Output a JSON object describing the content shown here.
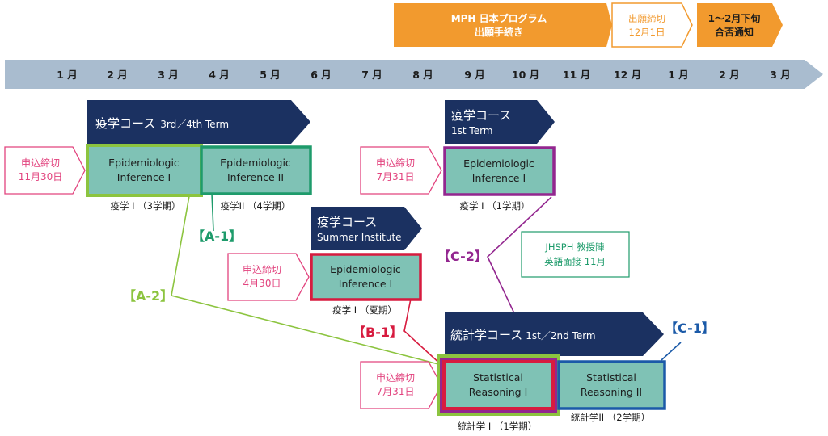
{
  "colors": {
    "orange": "#f29a2e",
    "timeline": "#a9bccf",
    "navy": "#1b3161",
    "teal": "#7fc2b5",
    "pink": "#e2437e",
    "lime": "#8cc43f",
    "green": "#1e9b6b",
    "crimson": "#d71b3f",
    "purple": "#93268f",
    "blue": "#1b5aa8"
  },
  "top_arrows": {
    "mph": [
      "MPH 日本プログラム",
      "出願手続き"
    ],
    "deadline": [
      "出願締切",
      "12月1日"
    ],
    "notice": [
      "1～2月下旬",
      "合否通知"
    ]
  },
  "months": [
    "1 月",
    "2 月",
    "3 月",
    "4 月",
    "5 月",
    "6 月",
    "7 月",
    "8 月",
    "9 月",
    "10 月",
    "11 月",
    "12 月",
    "1 月",
    "2 月",
    "3 月"
  ],
  "courses": {
    "epi_34": {
      "title": "疫学コース",
      "sub": "3rd／4th Term"
    },
    "epi_1": {
      "title": "疫学コース",
      "sub": "1st Term"
    },
    "epi_summer": {
      "title": "疫学コース",
      "sub": "Summer Institute"
    },
    "stat": {
      "title": "統計学コース",
      "sub": "1st／2nd Term"
    }
  },
  "deadlines": {
    "d1": [
      "申込締切",
      "11月30日"
    ],
    "d2": [
      "申込締切",
      "7月31日"
    ],
    "d3": [
      "申込締切",
      "4月30日"
    ],
    "d4": [
      "申込締切",
      "7月31日"
    ]
  },
  "modules": {
    "epi1_34": [
      "Epidemiologic",
      "Inference I"
    ],
    "epi2_34": [
      "Epidemiologic",
      "Inference II"
    ],
    "epi1_1st": [
      "Epidemiologic",
      "Inference I"
    ],
    "epi1_summer": [
      "Epidemiologic",
      "Inference I"
    ],
    "stat1": [
      "Statistical",
      "Reasoning I"
    ],
    "stat2": [
      "Statistical",
      "Reasoning II"
    ]
  },
  "captions": {
    "epi1_34": "疫学 I （3学期）",
    "epi2_34": "疫学II （4学期）",
    "epi1_1st": "疫学 I （1学期）",
    "epi1_summer": "疫学 I （夏期）",
    "stat1": "統計学 I （1学期）",
    "stat2": "統計学II （2学期）"
  },
  "path_labels": {
    "a1": "【A-1】",
    "a2": "【A-2】",
    "b1": "【B-1】",
    "c1": "【C-1】",
    "c2": "【C-2】"
  },
  "note": [
    "JHSPH 教授陣",
    "英語面接 11月"
  ]
}
